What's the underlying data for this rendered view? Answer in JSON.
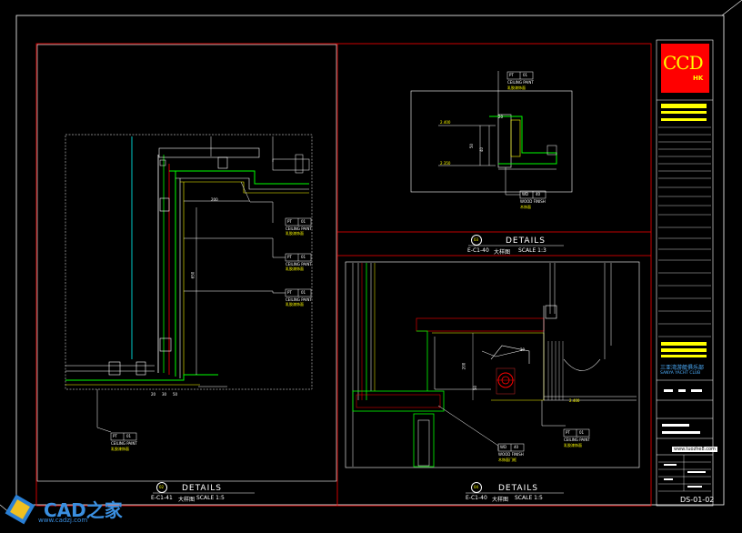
{
  "sheet": {
    "number": "DS-01-02",
    "company_cn": "三亚湾游艇俱乐部",
    "company_en": "SANYA YACHT CLUB",
    "logo_text": "CCD",
    "logo_sub": "HK",
    "website": "www.tuozhe8.com"
  },
  "watermark": {
    "brand_cn": "CAD之家",
    "brand_en": "www.cadzj.com"
  },
  "details": [
    {
      "title": "DETAILS",
      "code": "E-C1-41",
      "name_cn": "大样图",
      "scale": "SCALE  1:5",
      "badge": "02",
      "callouts": [
        {
          "tag": "PT",
          "code": "01",
          "line1": "CEILING PAINT",
          "line2": "乳胶漆饰面"
        },
        {
          "tag": "PT",
          "code": "01",
          "line1": "CEILING PAINT",
          "line2": "乳胶漆饰面"
        },
        {
          "tag": "PT",
          "code": "01",
          "line1": "CEILING PAINT",
          "line2": "乳胶漆饰面"
        },
        {
          "tag": "PT",
          "code": "01",
          "line1": "CEILING PAINT",
          "line2": "乳胶漆饰面"
        }
      ],
      "dims": [
        "200",
        "650",
        "20",
        "30",
        "50"
      ]
    },
    {
      "title": "DETAILS",
      "code": "E-C1-40",
      "name_cn": "大样图",
      "scale": "SCALE  1:3",
      "badge": "03",
      "callouts": [
        {
          "tag": "PT",
          "code": "01",
          "line1": "CEILING PAINT",
          "line2": "乳胶漆饰面"
        },
        {
          "tag": "WD",
          "code": "40",
          "line1": "WOOD FINISH",
          "line2": "木饰面"
        }
      ],
      "dims": [
        "50",
        "40",
        "20"
      ],
      "levels": [
        "2.400",
        "2.350"
      ]
    },
    {
      "title": "DETAILS",
      "code": "E-C1-40",
      "name_cn": "大样图",
      "scale": "SCALE  1:5",
      "badge": "04",
      "callouts": [
        {
          "tag": "PT",
          "code": "01",
          "line1": "CEILING PAINT",
          "line2": "乳胶漆饰面"
        },
        {
          "tag": "WD",
          "code": "40",
          "line1": "WOOD FINISH",
          "line2": "木饰面门框"
        }
      ],
      "dims": [
        "200",
        "50",
        "20",
        "2.400"
      ]
    }
  ],
  "colors": {
    "frame": "#ffffff",
    "red_line": "#ff0000",
    "green_line": "#00ff00",
    "cyan_line": "#00ffff",
    "yellow": "#ffff00"
  }
}
